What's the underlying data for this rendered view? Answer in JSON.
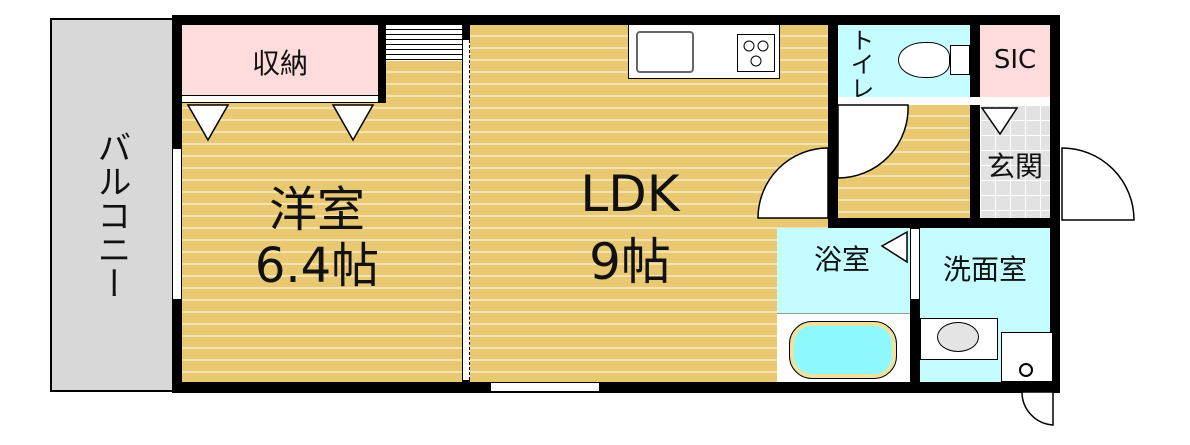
{
  "rooms": {
    "balcony": "バルコニー",
    "storage": "収納",
    "western_room": {
      "name": "洋室",
      "size": "6.4帖"
    },
    "ldk": {
      "name": "LDK",
      "size": "9帖"
    },
    "toilet": "トイレ",
    "sic": "SIC",
    "entrance": "玄関",
    "bathroom": "浴室",
    "washroom": "洗面室"
  },
  "colors": {
    "floor": "#e9c872",
    "wet_area": "#c4fcff",
    "storage": "#ffdcdc",
    "balcony": "#d8d8d8",
    "entrance": "#e2e2e2"
  }
}
